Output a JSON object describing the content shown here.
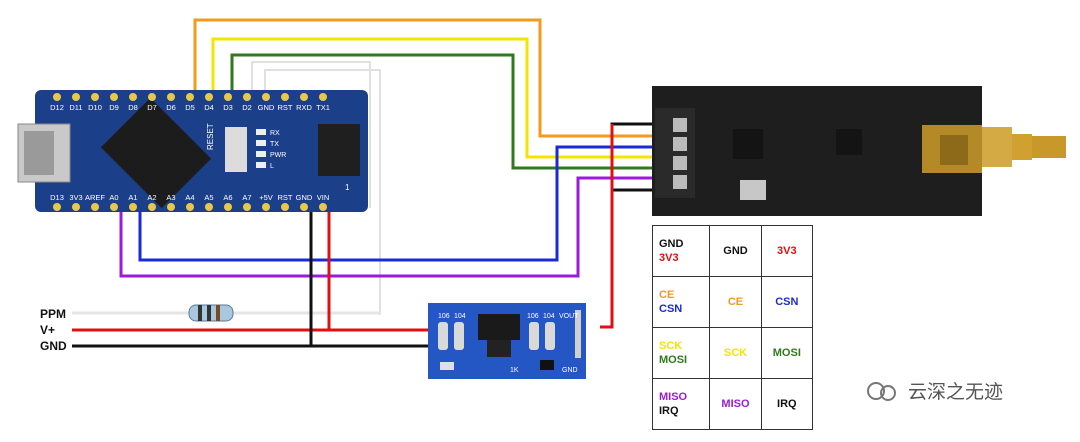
{
  "arduino": {
    "top_pins": [
      "D12",
      "D11",
      "D10",
      "D9",
      "D8",
      "D7",
      "D6",
      "D5",
      "D4",
      "D3",
      "D2",
      "GND",
      "RST",
      "RXD",
      "TX1"
    ],
    "bottom_pins": [
      "D13",
      "3V3",
      "AREF",
      "A0",
      "A1",
      "A2",
      "A3",
      "A4",
      "A5",
      "A6",
      "A7",
      "+5V",
      "RST",
      "GND",
      "VIN"
    ],
    "reset_label": "RESET",
    "led_labels": [
      "RX",
      "TX",
      "PWR",
      "L"
    ],
    "header_label": "1"
  },
  "inputs": {
    "ppm": "PPM",
    "vplus": "V+",
    "gnd": "GND"
  },
  "regulator": {
    "left_labels": [
      "106",
      "104"
    ],
    "right_labels": [
      "106",
      "104",
      "VOUT"
    ],
    "bottom_labels": [
      "1K",
      "GND"
    ]
  },
  "pin_table": [
    [
      {
        "lines": [
          {
            "t": "GND",
            "c": "#111111"
          },
          {
            "t": "3V3",
            "c": "#e01010"
          }
        ],
        "align": "left"
      },
      {
        "lines": [
          {
            "t": "GND",
            "c": "#111111"
          }
        ]
      },
      {
        "lines": [
          {
            "t": "3V3",
            "c": "#e01010"
          }
        ]
      }
    ],
    [
      {
        "lines": [
          {
            "t": "CE",
            "c": "#f39a1d"
          },
          {
            "t": "CSN",
            "c": "#1a2bd6"
          }
        ],
        "align": "left"
      },
      {
        "lines": [
          {
            "t": "CE",
            "c": "#f39a1d"
          }
        ]
      },
      {
        "lines": [
          {
            "t": "CSN",
            "c": "#1a2bd6"
          }
        ]
      }
    ],
    [
      {
        "lines": [
          {
            "t": "SCK",
            "c": "#f5e400"
          },
          {
            "t": "MOSI",
            "c": "#2f7a1c"
          }
        ],
        "align": "left"
      },
      {
        "lines": [
          {
            "t": "SCK",
            "c": "#f5e400"
          }
        ]
      },
      {
        "lines": [
          {
            "t": "MOSI",
            "c": "#2f7a1c"
          }
        ]
      }
    ],
    [
      {
        "lines": [
          {
            "t": "MISO",
            "c": "#9b1bd8"
          },
          {
            "t": "IRQ",
            "c": "#111111"
          }
        ],
        "align": "left"
      },
      {
        "lines": [
          {
            "t": "MISO",
            "c": "#9b1bd8"
          }
        ]
      },
      {
        "lines": [
          {
            "t": "IRQ",
            "c": "#111111"
          }
        ]
      }
    ]
  ],
  "watermark": "云深之无迹",
  "colors": {
    "orange": "#f39a1d",
    "yellow": "#f5e400",
    "green": "#2f7a1c",
    "blue": "#1a2bd6",
    "purple": "#9b1bd8",
    "red": "#e01010",
    "black": "#111111",
    "white": "#dddddd",
    "board": "#1c3f8a",
    "module": "#1e1e1e",
    "gold": "#c9a12c"
  }
}
